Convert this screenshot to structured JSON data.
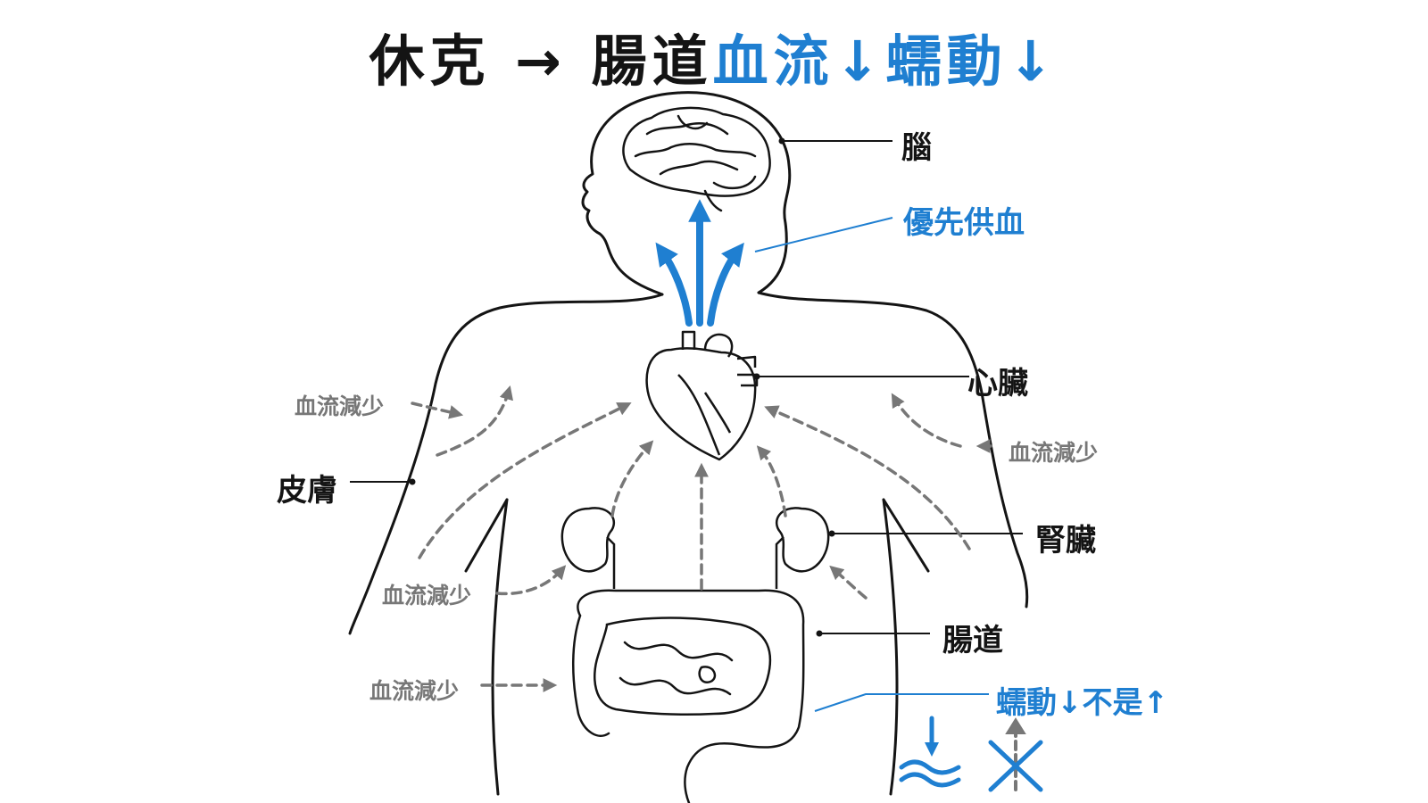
{
  "title": {
    "part1": "休克",
    "arrow": "→",
    "part2": "腸道",
    "part3": "血流",
    "down1": "↓",
    "part4": "蠕動",
    "down2": "↓"
  },
  "labels": {
    "brain": "腦",
    "priority": "優先供血",
    "heart": "心臟",
    "skin": "皮膚",
    "kidney": "腎臟",
    "intestine": "腸道",
    "peristalsis": "蠕動↓不是↑",
    "reduced_left_top": "血流減少",
    "reduced_right": "血流減少",
    "reduced_kidney": "血流減少",
    "reduced_gut": "血流減少"
  },
  "colors": {
    "accent": "#1f7fd1",
    "ink": "#141414",
    "gray": "#777777"
  }
}
